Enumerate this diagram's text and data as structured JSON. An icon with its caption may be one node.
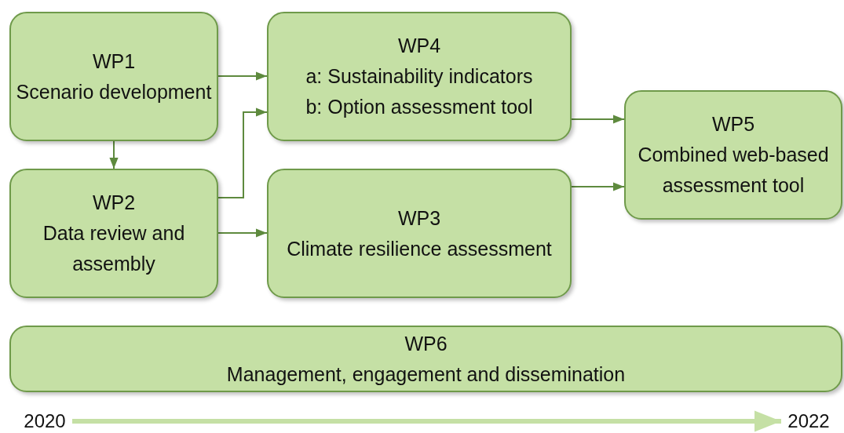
{
  "diagram": {
    "nodes": [
      {
        "text": [
          "WP1",
          "Scenario development"
        ]
      },
      {
        "text": [
          "WP4",
          "a: Sustainability indicators",
          "b: Option assessment tool"
        ]
      },
      {
        "text": [
          "WP5",
          "Combined web-based assessment tool"
        ]
      },
      {
        "text": [
          "WP2",
          "Data review and assembly"
        ]
      },
      {
        "text": [
          "WP3",
          "Climate resilience assessment"
        ]
      },
      {
        "text": [
          "WP6",
          "Management, engagement and dissemination"
        ]
      },
      {
        "text": [
          "2020"
        ]
      },
      {
        "text": [
          "2022"
        ]
      }
    ],
    "edges": [
      {
        "from": 0,
        "to": 1,
        "arrow": "to"
      },
      {
        "from": 0,
        "to": 3,
        "arrow": "to"
      },
      {
        "from": 3,
        "to": 1,
        "arrow": "to"
      },
      {
        "from": 3,
        "to": 4,
        "arrow": "to"
      },
      {
        "from": 1,
        "to": 2,
        "arrow": "to"
      },
      {
        "from": 4,
        "to": 2,
        "arrow": "to"
      },
      {
        "from": 6,
        "to": 7,
        "arrow": "to",
        "style": "thick",
        "color": "#c5e0a5"
      }
    ]
  }
}
